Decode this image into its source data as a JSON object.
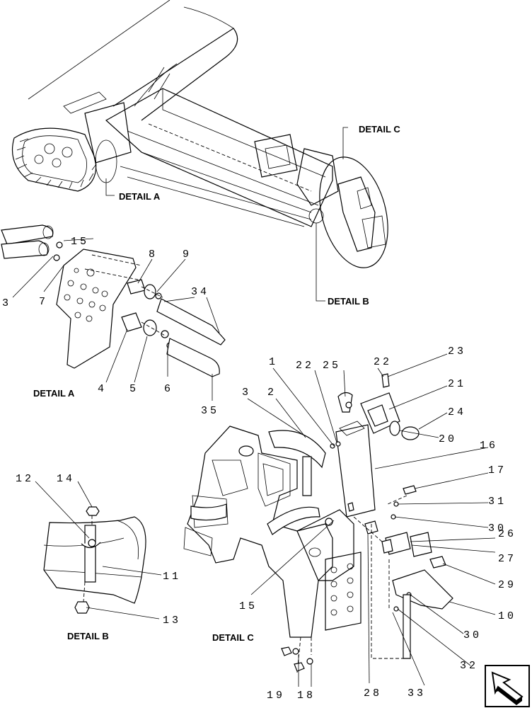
{
  "detail_labels": {
    "a": "DETAIL A",
    "b": "DETAIL B",
    "c": "DETAIL C",
    "a_caption": "DETAIL A",
    "b_caption": "DETAIL B",
    "c_caption": "DETAIL C"
  },
  "callouts": {
    "c1": "1",
    "c2": "2",
    "c3a": "3",
    "c3c": "3",
    "c4": "4",
    "c5": "5",
    "c6": "6",
    "c7": "7",
    "c8": "8",
    "c9": "9",
    "c10": "10",
    "c11": "11",
    "c12": "12",
    "c13": "13",
    "c14": "14",
    "c15a": "15",
    "c15c": "15",
    "c16": "16",
    "c17": "17",
    "c18": "18",
    "c19": "19",
    "c20": "20",
    "c21": "21",
    "c22a": "22",
    "c22b": "22",
    "c23": "23",
    "c24": "24",
    "c25": "25",
    "c26": "26",
    "c27": "27",
    "c28": "28",
    "c29": "29",
    "c30a": "30",
    "c30b": "30",
    "c31": "31",
    "c32": "32",
    "c33": "33",
    "c34": "34",
    "c35": "35"
  },
  "icons": {
    "corner": "navigation-arrow-icon"
  }
}
